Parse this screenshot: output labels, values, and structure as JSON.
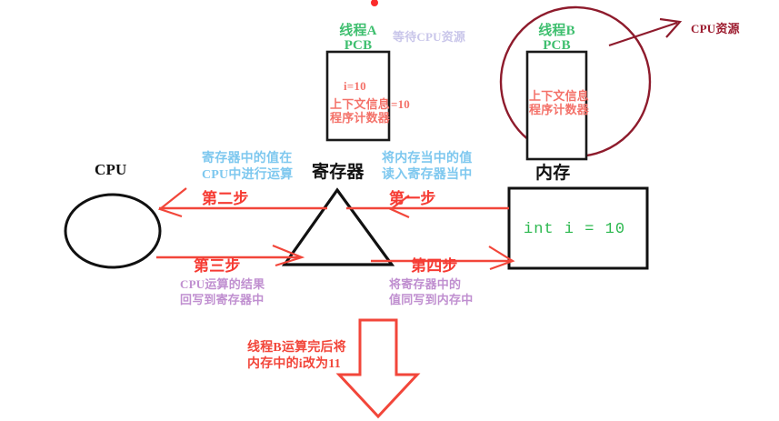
{
  "diagram": {
    "title_artifact": "",
    "thread_a": {
      "name": "线程A",
      "pcb": "PCB",
      "status": "等待CPU资源",
      "box_var": "i=10",
      "box_line1": "上下文信息",
      "box_line2": "程序计数器",
      "counter_value": "=10"
    },
    "thread_b": {
      "name": "线程B",
      "pcb": "PCB",
      "box_line1": "上下文信息",
      "box_line2": "程序计数器",
      "resource_label": "CPU资源"
    },
    "cpu": {
      "label": "CPU"
    },
    "register": {
      "label": "寄存器"
    },
    "memory": {
      "label": "内存",
      "code": "int i = 10"
    },
    "steps": [
      {
        "id": "step1",
        "label": "第一步",
        "desc_line1": "将内存当中的值",
        "desc_line2": "读入寄存器当中"
      },
      {
        "id": "step2",
        "label": "第二步",
        "desc_line1": "寄存器中的值在",
        "desc_line2": "CPU中进行运算"
      },
      {
        "id": "step3",
        "label": "第三步",
        "desc_line1": "CPU运算的结果",
        "desc_line2": "回写到寄存器中"
      },
      {
        "id": "step4",
        "label": "第四步",
        "desc_line1": "将寄存器中的",
        "desc_line2": "值同写到内存中"
      }
    ],
    "conclusion": {
      "line1": "线程B运算完后将",
      "line2": "内存中的i改为11"
    },
    "colors": {
      "red": "#f2463a",
      "dark_red": "#9c1b2e",
      "green": "#3fbf6f",
      "blue": "#7ec8ef",
      "purple": "#c08fd0",
      "lavender": "#c9c6ea",
      "salmon": "#f4726a",
      "code_green": "#2cb84f",
      "black": "#111111"
    }
  }
}
